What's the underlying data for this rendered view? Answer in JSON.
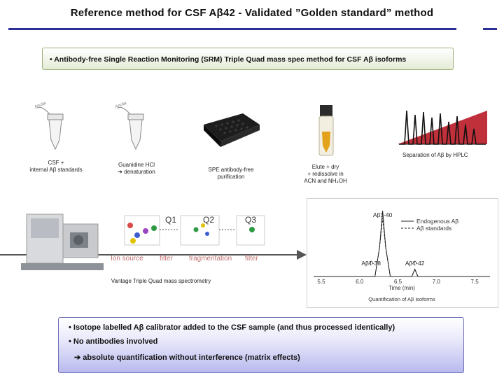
{
  "title": "Reference method for CSF Aβ42  - Validated ”Golden standard” method",
  "top_box_text": "• Antibody-free Single Reaction Monitoring (SRM) Triple Quad mass spec method for CSF Aβ isoforms",
  "steps": {
    "step1_caption_line1": "CSF +",
    "step1_caption_line2": "internal Aβ standards",
    "step2_caption_line1": "Guanidine HCl",
    "step2_caption_line2": "➔ denaturation",
    "step3_caption_line1": "SPE antibody-free",
    "step3_caption_line2": "purification",
    "step4_caption_line1": "Elute + dry",
    "step4_caption_line2": "+ redissolve in",
    "step4_caption_line3": "ACN and NH₄OH",
    "step5_caption": "Separation of Aβ by HPLC"
  },
  "triple_quad": {
    "q1": "Q1",
    "q2": "Q2",
    "q3": "Q3",
    "ion_source": "Ion source",
    "filter1": "filter",
    "fragmentation": "fragmentation",
    "filter2": "filter",
    "instrument_caption": "Vantage Triple Quad mass spectrometry"
  },
  "chart_data": {
    "type": "line",
    "title": "",
    "xlabel": "Time (min)",
    "ylabel": "",
    "xlim": [
      5.4,
      7.7
    ],
    "x_ticks": [
      "5.5",
      "6.0",
      "6.5",
      "7.0",
      "7.5"
    ],
    "caption": "Quantification of Aβ isoforms",
    "legend_position": "top-right",
    "series": [
      {
        "name": "Endogenous Aβ",
        "style": "solid",
        "x": [
          5.4,
          6.2,
          6.26,
          6.3,
          6.34,
          6.4,
          6.55,
          6.68,
          6.72,
          6.76,
          7.7
        ],
        "y": [
          0,
          0,
          4,
          9,
          4,
          0,
          0,
          0,
          1,
          0,
          0
        ]
      },
      {
        "name": "Aβ standards",
        "style": "dashed",
        "x": [
          5.4,
          6.2,
          6.26,
          6.3,
          6.34,
          6.4,
          6.55,
          6.68,
          6.72,
          6.76,
          7.7
        ],
        "y": [
          0,
          0,
          4,
          8,
          4,
          0,
          0,
          0,
          1,
          0,
          0
        ]
      }
    ],
    "peak_labels": [
      "Aβ1-40",
      "Aβ1-38",
      "Aβ1-42"
    ]
  },
  "bottom_box": {
    "line1": "• Isotope labelled Aβ calibrator added to the CSF sample (and thus processed identically)",
    "line2": "• No antibodies involved",
    "line3": "absolute quantification without interference (matrix effects)"
  },
  "colors": {
    "accent_rule": "#2b2f96",
    "top_box_border": "#9bb07a",
    "bottom_box_border": "#6f6fb8",
    "hplc_fill": "#c0303a"
  },
  "icons": [
    "eppendorf-tube-icon",
    "spe-plate-icon",
    "vial-icon",
    "chromatogram-icon",
    "mass-spectrometer-icon",
    "right-arrow-icon"
  ]
}
